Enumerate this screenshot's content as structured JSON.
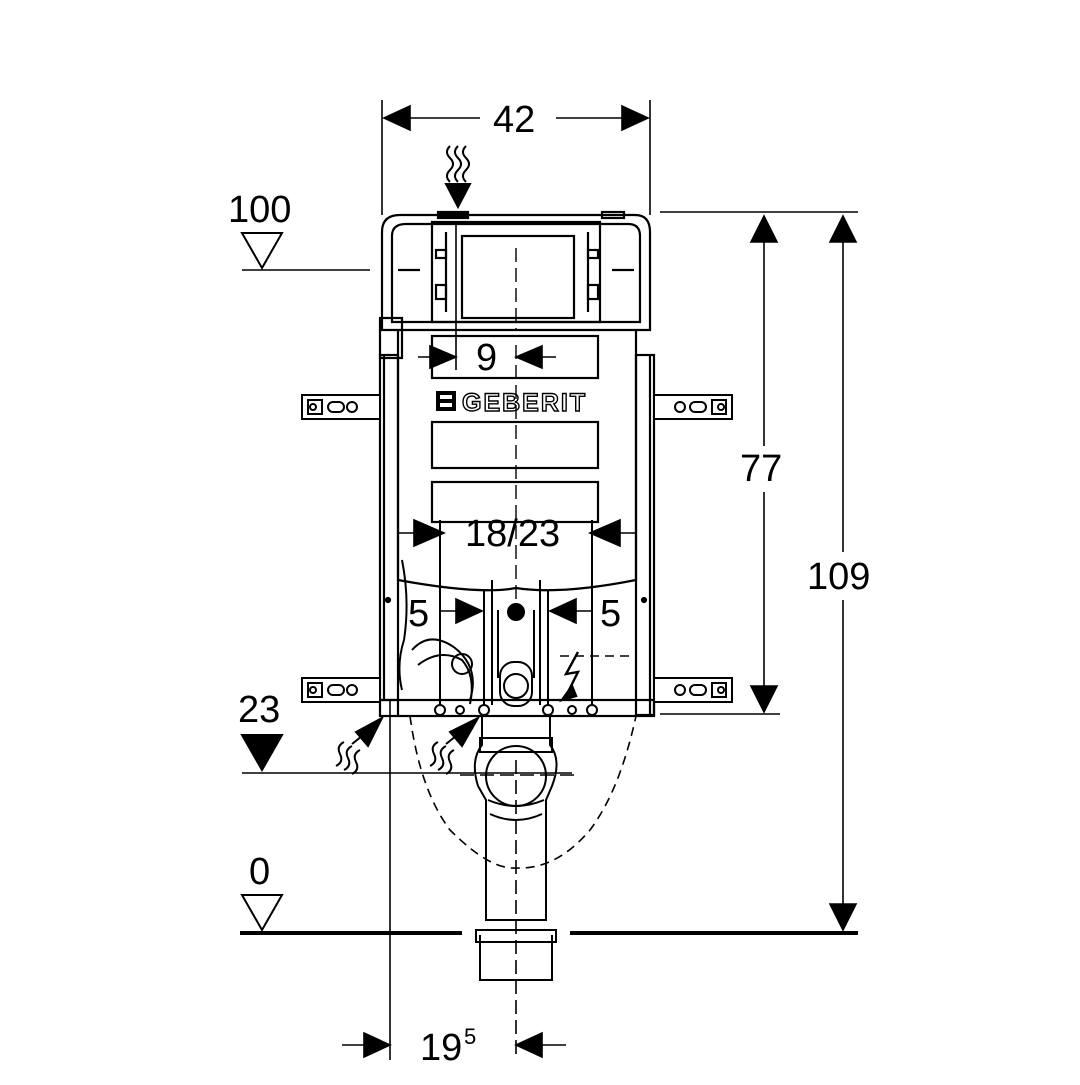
{
  "drawing": {
    "brand": "GEBERIT",
    "levels": {
      "top": "100",
      "waterline": "23",
      "floor": "0"
    },
    "dimensions": {
      "frame_width": "42",
      "cistern_offset": "9",
      "bolt_spacing": "18/23",
      "left_clearance": "5",
      "right_clearance": "5",
      "frame_height": "77",
      "total_height": "109",
      "drain_offset_main": "19",
      "drain_offset_sup": "5"
    },
    "icons": [
      "water-supply-icon",
      "electrical-icon",
      "level-marker-icon"
    ]
  }
}
